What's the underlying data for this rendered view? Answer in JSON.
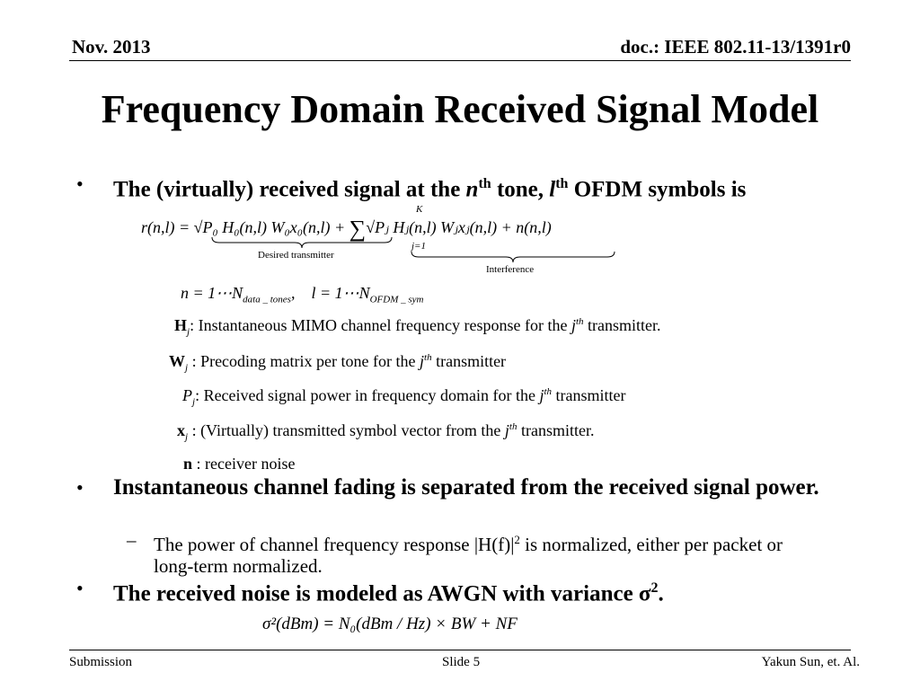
{
  "header": {
    "date": "Nov. 2013",
    "doc_id": "doc.: IEEE 802.11-13/1391r0"
  },
  "title": "Frequency Domain Received Signal Model",
  "bullet1": {
    "pre": "The (virtually) received signal at the ",
    "n": "n",
    "th1": "th",
    "mid": " tone, ",
    "l": "l",
    "th2": "th",
    "post": " OFDM symbols is"
  },
  "equation": {
    "lhs": "r(n,l) = ",
    "desired_term": "√P₀ H₀(n,l) W₀x₀(n,l)",
    "plus": " + ",
    "sum_upper": "K",
    "sum_lower": "j=1",
    "interference_term": "√Pⱼ Hⱼ(n,l) Wⱼxⱼ(n,l) + n(n,l)",
    "desired_label": "Desired transmitter",
    "interference_label": "Interference"
  },
  "ranges": {
    "n_range": "n = 1⋯N",
    "n_sub": "data _ tones",
    "l_range": "l = 1⋯N",
    "l_sub": "OFDM _ sym"
  },
  "definitions": {
    "H": {
      "sym": "H",
      "sub": "j",
      "text": ": Instantaneous MIMO channel frequency response for the ",
      "j": "j",
      "th": "th",
      "end": " transmitter."
    },
    "W": {
      "sym": "W",
      "sub": "j",
      "text": " :  Precoding matrix per tone for the ",
      "j": "j",
      "th": "th",
      "end": " transmitter"
    },
    "P": {
      "sym": "P",
      "sub": "j",
      "text": ": Received signal power in frequency domain for the ",
      "j": "j",
      "th": "th",
      "end": " transmitter"
    },
    "x": {
      "sym": "x",
      "sub": "j",
      "text": " :  (Virtually) transmitted symbol vector from the ",
      "j": "j",
      "th": "th",
      "end": " transmitter."
    },
    "n": {
      "sym": "n",
      "text": " :  receiver noise"
    }
  },
  "bullet2": "Instantaneous channel fading is separated from the received signal power.",
  "subbullet": {
    "dash": "–",
    "pre": "The power of channel frequency response |H(f)|",
    "sup": "2",
    "post": " is normalized, either per packet or long-term normalized."
  },
  "bullet3": {
    "pre": "The received noise is modeled as AWGN with variance σ",
    "sup": "2",
    "post": "."
  },
  "noise_equation": "σ²(dBm) = N₀(dBm / Hz) × BW + NF",
  "footer": {
    "left": "Submission",
    "center": "Slide 5",
    "right": "Yakun Sun, et. Al."
  }
}
